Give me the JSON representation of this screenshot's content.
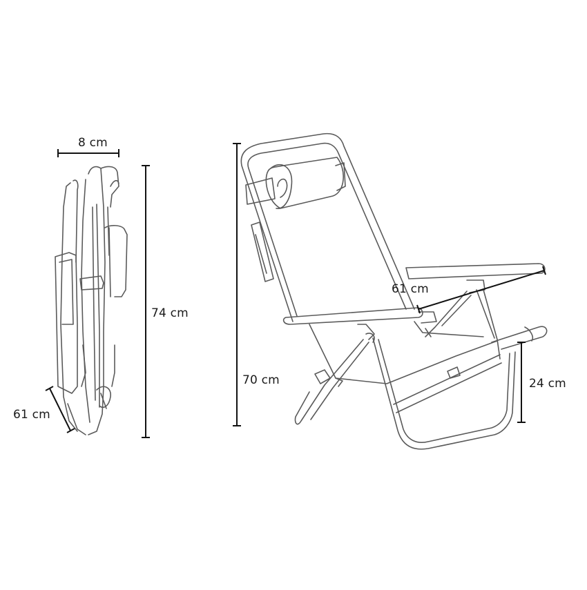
{
  "diagram": {
    "colors": {
      "dimension_line": "#111111",
      "outline": "#5a5a5a",
      "background": "#ffffff"
    },
    "folded_view": {
      "width_label": "8 cm",
      "height_label": "74 cm",
      "depth_label": "61 cm"
    },
    "open_view": {
      "height_label": "70 cm",
      "width_label": "61 cm",
      "armrest_height_label": "24 cm"
    }
  }
}
